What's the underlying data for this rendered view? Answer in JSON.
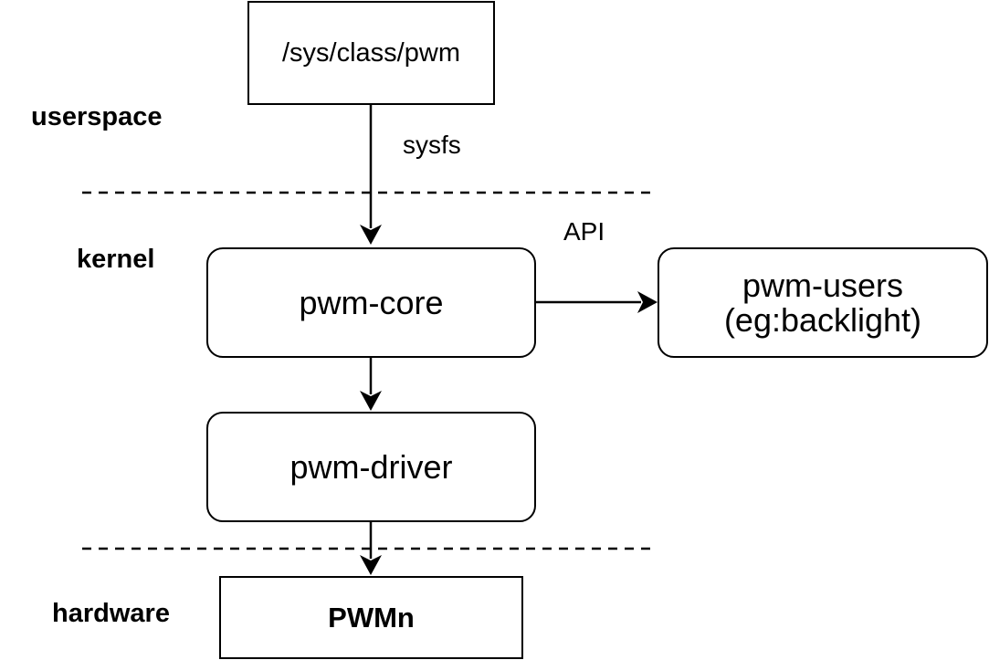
{
  "layers": {
    "userspace": "userspace",
    "kernel": "kernel",
    "hardware": "hardware"
  },
  "nodes": {
    "sysfs_path": "/sys/class/pwm",
    "pwm_core": "pwm-core",
    "pwm_users_line1": "pwm-users",
    "pwm_users_line2": "(eg:backlight)",
    "pwm_driver": "pwm-driver",
    "pwmn": "PWMn"
  },
  "edges": {
    "sysfs": "sysfs",
    "api": "API"
  }
}
